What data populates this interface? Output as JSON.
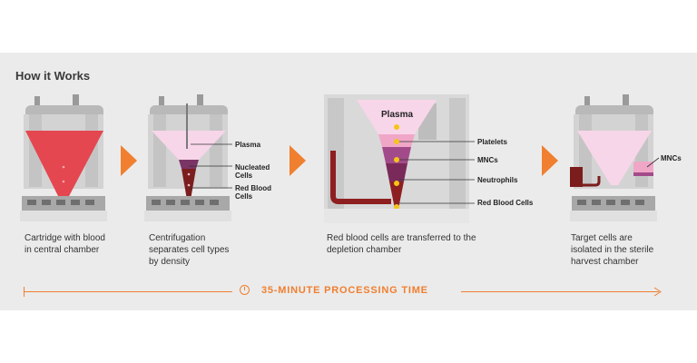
{
  "title": "How it Works",
  "colors": {
    "accent": "#f07f2f",
    "blood": "#e4474f",
    "plasma": "#f8d6e9",
    "nucleated": "#7a3566",
    "rbc": "#7b1d1d",
    "panel": "#ebebeb"
  },
  "steps": [
    {
      "caption": "Cartridge with blood in central chamber",
      "labels": []
    },
    {
      "caption": "Centrifugation separates cell types by density",
      "labels": [
        "Plasma",
        "Nucleated Cells",
        "Red Blood Cells"
      ]
    },
    {
      "caption": "Red blood cells are transferred to the depletion chamber",
      "labels": [
        "Plasma",
        "Platelets",
        "MNCs",
        "Neutrophils",
        "Red Blood Cells"
      ]
    },
    {
      "caption": "Target cells are isolated in the sterile harvest chamber",
      "labels": [
        "MNCs"
      ]
    }
  ],
  "timeline": {
    "text": "35-MINUTE PROCESSING TIME",
    "icon": "clock-icon"
  }
}
